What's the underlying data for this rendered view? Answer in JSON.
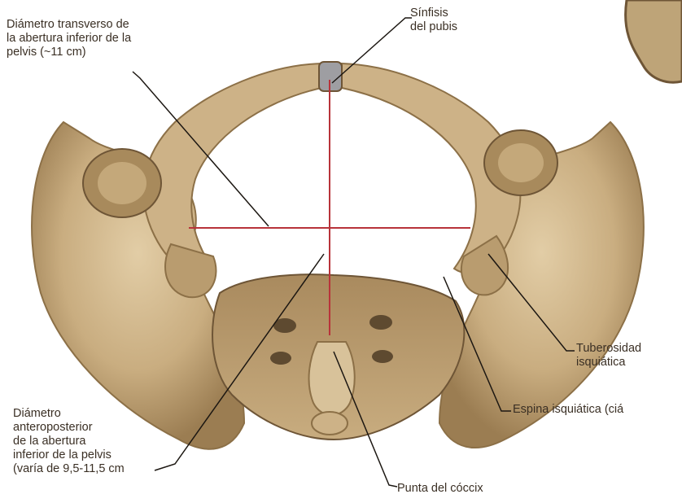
{
  "labels": {
    "transverse": [
      "Diámetro transverso de",
      "la abertura inferior de la",
      "pelvis (~11 cm)"
    ],
    "sinfisis": [
      "Sínfisis",
      "del pubis"
    ],
    "tuberosidad": [
      "Tuberosidad",
      "isquiática"
    ],
    "espina": [
      "Espina isquiática (ciá"
    ],
    "ap": [
      "Diámetro",
      "anteroposterior",
      "de la abertura",
      "inferior de la pelvis",
      "(varía de 9,5-11,5 cm"
    ],
    "coccix": [
      "Punta del cóccix"
    ]
  },
  "colors": {
    "bone_light": "#d9c39b",
    "bone_mid": "#bfa274",
    "bone_dark": "#8c7047",
    "bone_shadow": "#6e5536",
    "diameter_line": "#b8333a",
    "leader_line": "#1c1712",
    "label_text": "#3a2f24"
  }
}
